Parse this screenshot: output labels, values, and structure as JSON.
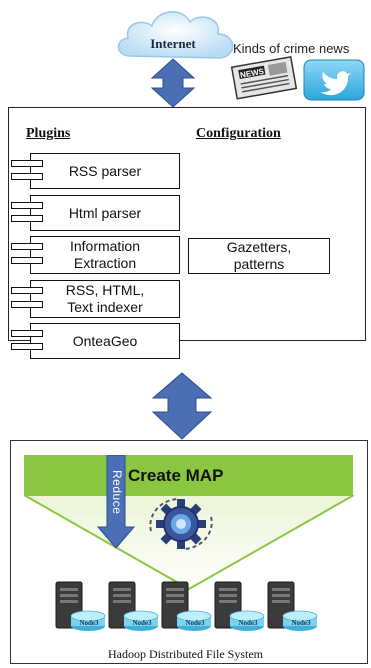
{
  "top": {
    "internet_label": "Internet",
    "news_label": "Kinds of crime news",
    "news_paper_text": "NEWS"
  },
  "plugins_panel": {
    "plugins_header": "Plugins",
    "configuration_header": "Configuration",
    "plugins": [
      {
        "line1": "RSS parser",
        "line2": ""
      },
      {
        "line1": "Html parser",
        "line2": ""
      },
      {
        "line1": "Information",
        "line2": "Extraction"
      },
      {
        "line1": "RSS, HTML,",
        "line2": "Text indexer"
      },
      {
        "line1": "OnteaGeo",
        "line2": ""
      }
    ],
    "config_box": {
      "line1": "Gazetters,",
      "line2": "patterns"
    }
  },
  "hadoop": {
    "create_map_label": "Create MAP",
    "reduce_label": "Reduce",
    "node_label": "Node3",
    "node_count": 5,
    "fs_label": "Hadoop Distributed File System"
  },
  "colors": {
    "arrow_blue": "#4a6fb5",
    "map_green": "#8bc640",
    "cloud_blue": "#c8e3f6",
    "disk_cyan": "#7dd3ee",
    "server_gray": "#444444"
  }
}
